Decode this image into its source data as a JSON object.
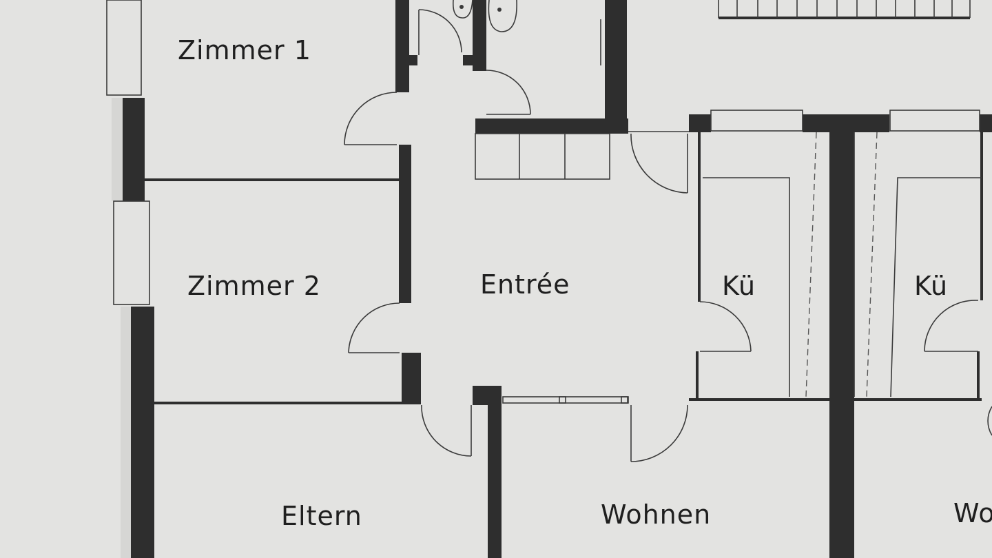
{
  "rooms": {
    "zimmer1": "Zimmer 1",
    "zimmer2": "Zimmer 2",
    "entree": "Entrée",
    "kueche_left": "Kü",
    "kueche_right": "Kü",
    "eltern": "Eltern",
    "wohnen": "Wohnen",
    "wohnen_right": "Wo"
  },
  "colors": {
    "paper": "#e3e3e1",
    "wall": "#2e2e2e"
  }
}
